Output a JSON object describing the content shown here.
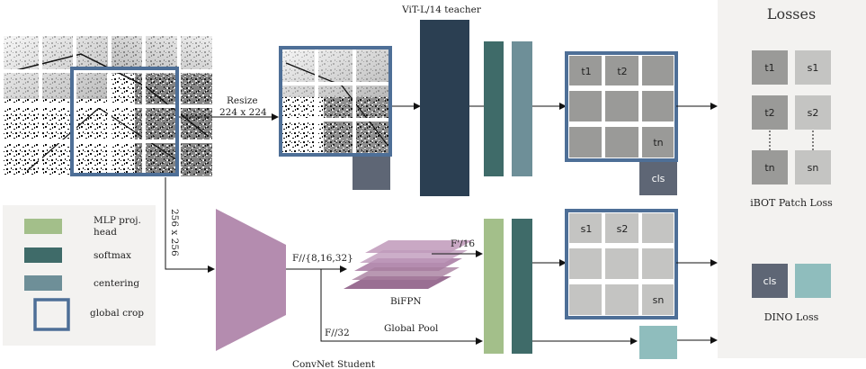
{
  "teacher": {
    "title": "ViT-L/14 teacher"
  },
  "resize": {
    "line1": "Resize",
    "line2": "224 x 224"
  },
  "crop_size": "256 x 256",
  "student": {
    "title": "ConvNet Student"
  },
  "features": {
    "multi": "F//{8,16,32}",
    "f16": "F'/16",
    "f32": "F//32"
  },
  "bifpn": "BiFPN",
  "global_pool": "Global Pool",
  "teacher_grid": {
    "t1": "t1",
    "t2": "t2",
    "tn": "tn"
  },
  "student_grid": {
    "s1": "s1",
    "s2": "s2",
    "sn": "sn"
  },
  "cls": "cls",
  "losses": {
    "title": "Losses",
    "ibot_rows": [
      {
        "left": "t1",
        "right": "s1"
      },
      {
        "left": "t2",
        "right": "s2"
      },
      {
        "left": "tn",
        "right": "sn"
      }
    ],
    "ibot_label": "iBOT Patch Loss",
    "dino_cls": "cls",
    "dino_label": "DINO Loss"
  },
  "legend": {
    "items": [
      {
        "label_lines": [
          "MLP proj.",
          "head"
        ],
        "color": "#a3bf8a"
      },
      {
        "label_lines": [
          "softmax"
        ],
        "color": "#3f6b69"
      },
      {
        "label_lines": [
          "centering"
        ],
        "color": "#6e8f98"
      },
      {
        "label_lines": [
          "global crop"
        ],
        "color": "#4e6f97"
      }
    ]
  },
  "colors": {
    "teacher_block": "#2b3f52",
    "softmax": "#3f6b69",
    "centering": "#6e8f98",
    "mlp": "#a3bf8a",
    "crop_border": "#4e6f97",
    "student_trapezoid": "#b48caf",
    "teacher_tile": "#9a9a98",
    "student_tile": "#c4c4c2",
    "cls_dark": "#5e6675",
    "cls_light": "#8fbdbd",
    "losses_bg": "#f3f2f0"
  }
}
